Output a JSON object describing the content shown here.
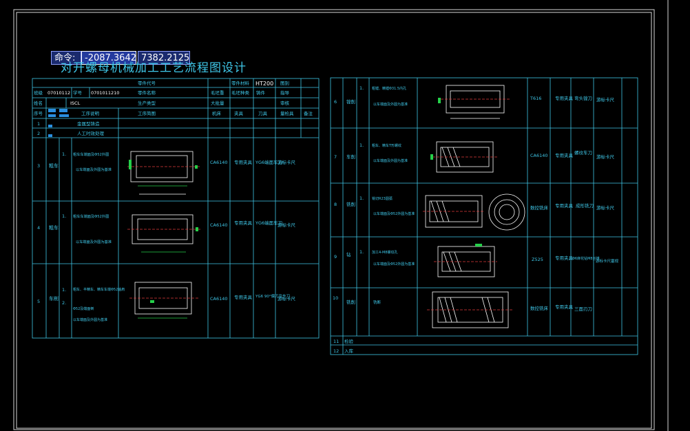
{
  "command": {
    "label": "命令:",
    "x_value": "-2087.3642",
    "y_value": "7382.2125"
  },
  "drawing_title": "对开螺母机械加工工艺流程图设计",
  "colors": {
    "background": "#000000",
    "line": "#3fc7e8",
    "text": "#3fc7e8",
    "green": "#25d04a",
    "white": "#ffffff",
    "red": "#e23b3b",
    "blue_hl": "#2560ff"
  },
  "left_header": {
    "row1": {
      "part_code": "零件代号",
      "material_label": "零件材料",
      "material": "HT200",
      "sheet": "图别"
    },
    "row2": {
      "class_label": "班级",
      "class_value": "07010112",
      "id_label": "学号",
      "id_value": "0701011210",
      "part_name": "零件名称",
      "hairy_label": "毛坯重",
      "hairy_value": "毛坯种类",
      "parts_label": "铸件",
      "guide": "指导"
    },
    "row3": {
      "name_label": "姓名",
      "name_value": "ISCL",
      "production": "生产类型",
      "batch": "大批量",
      "check": "审核"
    },
    "row4": {
      "seq": "序号",
      "process": "工序说明",
      "sketch": "工序简图",
      "machine": "机床",
      "fixture": "夹具",
      "tool": "刀具",
      "gauge": "量检具",
      "note": "备注"
    }
  },
  "left_rows": [
    {
      "no": "1",
      "op": "",
      "desc": "金属型铸造"
    },
    {
      "no": "2",
      "op": "",
      "desc": "人工时效处理"
    },
    {
      "no": "3",
      "op": "粗车",
      "step": "1.",
      "text1": "粗车车端面及Φ52外圆",
      "text2": "以车端面及外圆为基准",
      "machine": "CA6140",
      "fixture": "专用夹具",
      "tool": "YG6端面车刀",
      "gauge": "游标卡尺"
    },
    {
      "no": "4",
      "op": "粗车",
      "step": "1.",
      "text1": "粗车车端面及Φ52外圆",
      "text2": "以车端面及外圆为基准",
      "machine": "CA6140",
      "fixture": "专用夹具",
      "tool": "YG6端面车刀",
      "gauge": "游标卡尺"
    },
    {
      "no": "5",
      "op": "车削",
      "step": "1.",
      "step2": "2.",
      "text1": "粗车、半精车、精车车端Φ52轴肩",
      "text2": "Φ52及端面倒",
      "text3": "以车端面及外圆为基准",
      "machine": "CA6140",
      "fixture": "专用夹具",
      "tool": "YG6 90°偏刀及车刀",
      "gauge": "游标卡尺"
    }
  ],
  "right_rows": [
    {
      "no": "6",
      "op": "镗削",
      "step": "1.",
      "text1": "粗镗、精镗Φ31.5内孔",
      "text2": "以车端面及外圆为基准",
      "machine": "T616",
      "fixture": "专用夹具",
      "tool": "弯头镗刀",
      "gauge": "游标卡尺"
    },
    {
      "no": "7",
      "op": "车削",
      "step": "1.",
      "text1": "粗车、精车T形螺纹",
      "text2": "以车端面及外圆为基准",
      "machine": "CA6140",
      "fixture": "专用夹具",
      "tool": "螺纹车刀",
      "gauge": "游标卡尺"
    },
    {
      "no": "8",
      "op": "铣削",
      "step": "1.",
      "text1": "铣切R23圆弧",
      "text2": "以车端面及Φ52外圆为基准",
      "machine": "数控铣床",
      "fixture": "专用夹具",
      "tool": "成形铣刀",
      "gauge": "游标卡尺"
    },
    {
      "no": "9",
      "op": "钻",
      "step": "1.",
      "text1": "加工4-M8螺纹孔",
      "text2": "以车端面及Φ52外圆为基准",
      "machine": "Z525",
      "fixture": "专用夹具",
      "tool": "Φ6麻花钻M8丝锥",
      "gauge": "游标卡尺塞规"
    },
    {
      "no": "10",
      "op": "铣削",
      "step": "",
      "text1": "铣断",
      "text2": "",
      "machine": "数控铣床",
      "fixture": "专用夹具",
      "tool": "三面刃刀",
      "gauge": ""
    },
    {
      "no": "11",
      "op": "检验",
      "desc": ""
    },
    {
      "no": "12",
      "op": "入库",
      "desc": ""
    }
  ]
}
